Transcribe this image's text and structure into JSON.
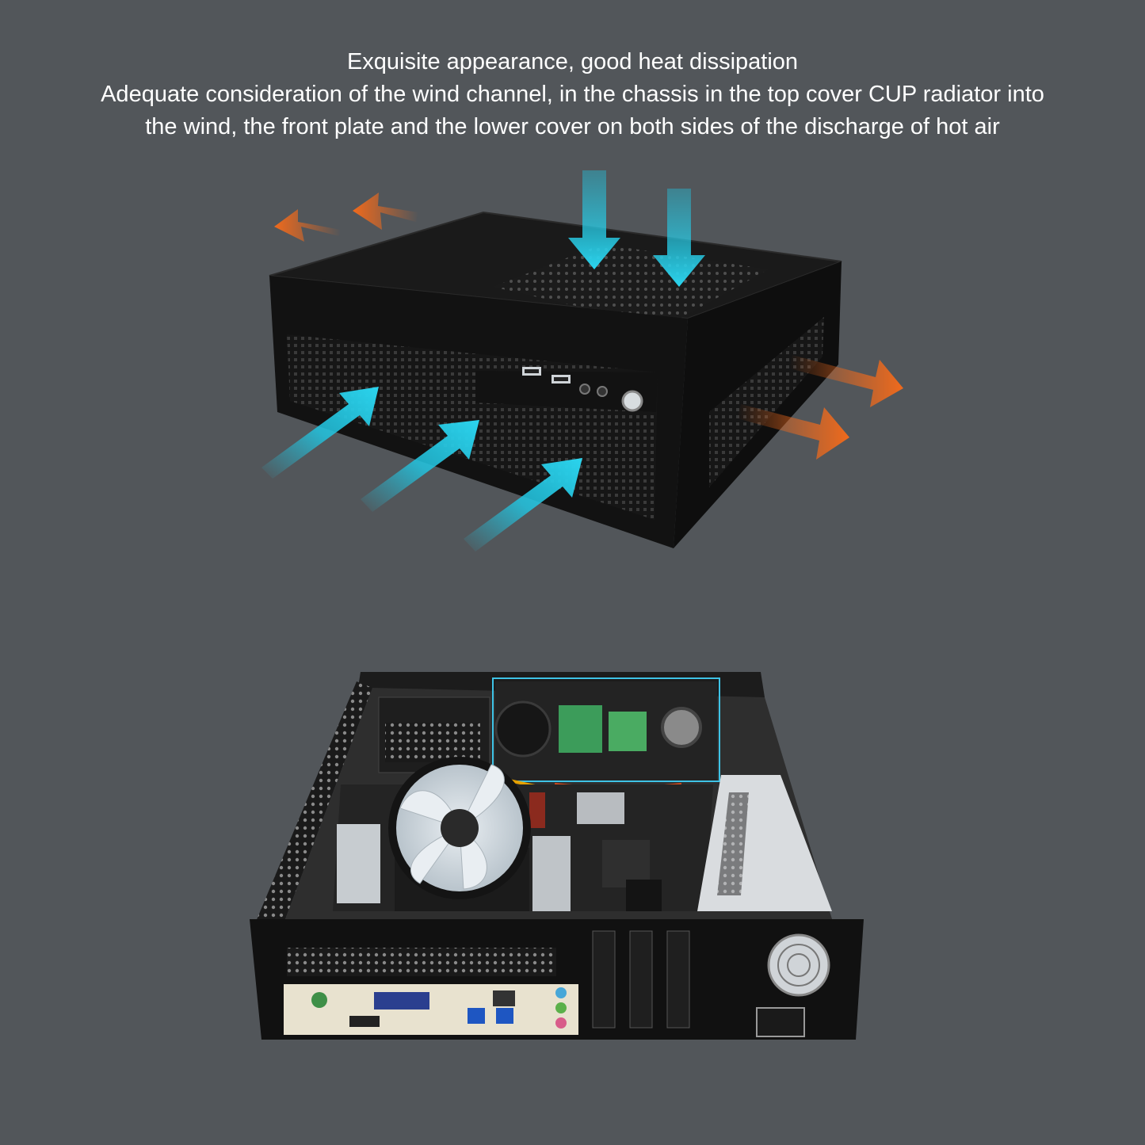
{
  "caption": {
    "title": "Exquisite appearance, good heat dissipation",
    "line2": "Adequate consideration of the wind channel, in the chassis in the top cover CUP radiator into",
    "line3": "the wind, the front plate and the lower cover on both sides of the discharge of hot air"
  },
  "colors": {
    "background": "#52565a",
    "intake_arrow": "#22c4e0",
    "exhaust_arrow": "#f06a1c",
    "chassis": "#151515",
    "highlight_box": "#3ec3e6"
  },
  "icons": {
    "intake": "arrow-down-right-icon",
    "exhaust": "arrow-right-icon"
  }
}
